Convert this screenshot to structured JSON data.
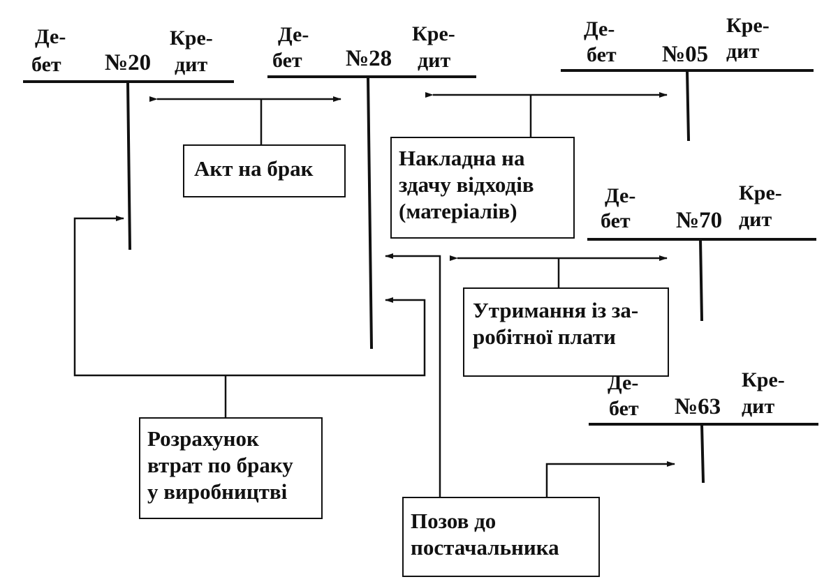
{
  "colors": {
    "ink": "#111111",
    "paper": "#ffffff"
  },
  "accounts": [
    {
      "id": "a20",
      "debit_top": "Де-",
      "debit_bottom": "бет",
      "number": "№20",
      "credit_top": "Кре-",
      "credit_bottom": "дит"
    },
    {
      "id": "a28",
      "debit_top": "Де-",
      "debit_bottom": "бет",
      "number": "№28",
      "credit_top": "Кре-",
      "credit_bottom": "дит"
    },
    {
      "id": "a05",
      "debit_top": "Де-",
      "debit_bottom": "бет",
      "number": "№05",
      "credit_top": "Кре-",
      "credit_bottom": "дит"
    },
    {
      "id": "a70",
      "debit_top": "Де-",
      "debit_bottom": "бет",
      "number": "№70",
      "credit_top": "Кре-",
      "credit_bottom": "дит"
    },
    {
      "id": "a63",
      "debit_top": "Де-",
      "debit_bottom": "бет",
      "number": "№63",
      "credit_top": "Кре-",
      "credit_bottom": "дит"
    }
  ],
  "documents": {
    "defect_act": [
      "Акт на брак"
    ],
    "waste_invoice": [
      "Накладна на",
      "здачу відходів",
      "(матеріалів)"
    ],
    "wage_deduction": [
      "Утримання із за-",
      "робітної плати"
    ],
    "loss_calc": [
      "Розрахунок",
      "втрат по браку",
      "у виробництві"
    ],
    "supplier_claim": [
      "Позов до",
      "постачальника"
    ]
  }
}
